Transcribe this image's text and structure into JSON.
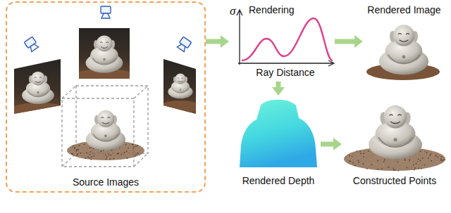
{
  "diagram": {
    "nodes": [
      {
        "text": [
          "Source Images"
        ]
      },
      {
        "text": [
          "Rendering"
        ]
      },
      {
        "text": [
          "Rendered Image"
        ]
      },
      {
        "text": [
          "Rendered Depth"
        ]
      },
      {
        "text": [
          "Constructed Points"
        ]
      }
    ],
    "edges": [
      {
        "from": 0,
        "to": 1,
        "arrow": "to"
      },
      {
        "from": 1,
        "to": 2,
        "arrow": "to"
      },
      {
        "from": 1,
        "to": 3,
        "arrow": "to"
      },
      {
        "from": 3,
        "to": 4,
        "arrow": "to"
      }
    ],
    "labels": [
      "σ",
      "Ray Distance"
    ]
  }
}
